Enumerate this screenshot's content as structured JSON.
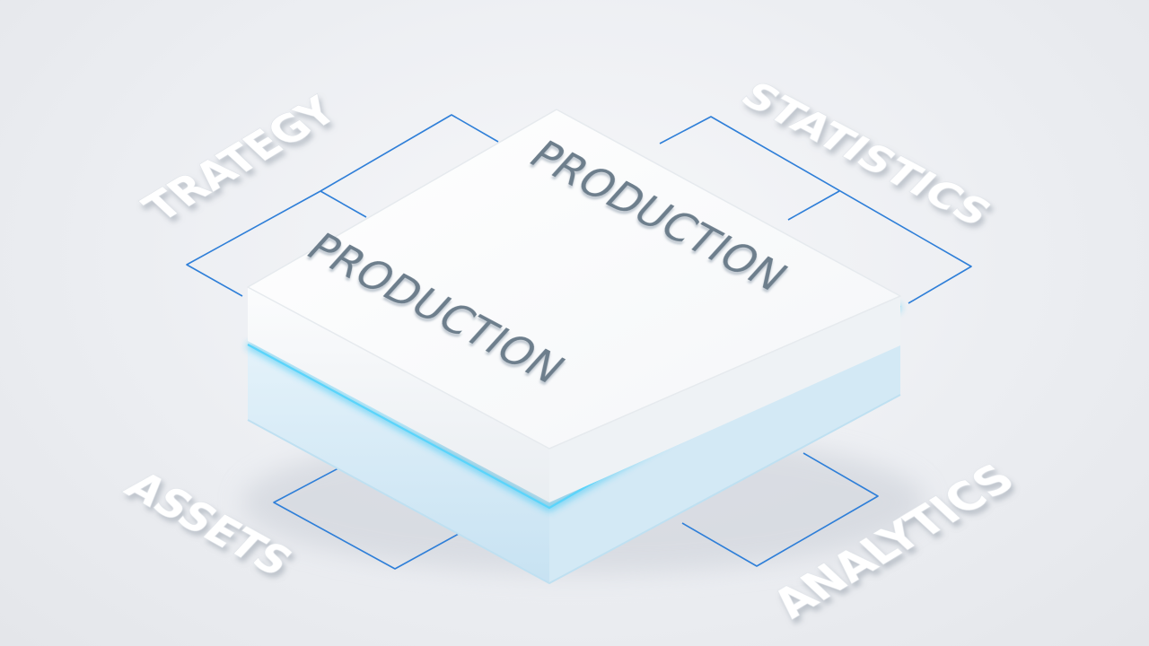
{
  "diagram": {
    "center_block": {
      "primary_label": "PRODUCTION",
      "secondary_label": "PRODUCTION"
    },
    "labels": [
      {
        "id": "strategy",
        "text": "TRATEGY"
      },
      {
        "id": "statistics",
        "text": "STATISTICS"
      },
      {
        "id": "assets",
        "text": "ASSETS"
      },
      {
        "id": "analytics",
        "text": "ANALYTICS"
      }
    ],
    "colors": {
      "background": "#eceef2",
      "block_top": "#ffffff",
      "block_base": "#cfe6f3",
      "glow": "#27c3f5",
      "connector": "#2f7fd8",
      "label_text": "#ffffff",
      "engraved_text": "#6d7e8c"
    }
  }
}
